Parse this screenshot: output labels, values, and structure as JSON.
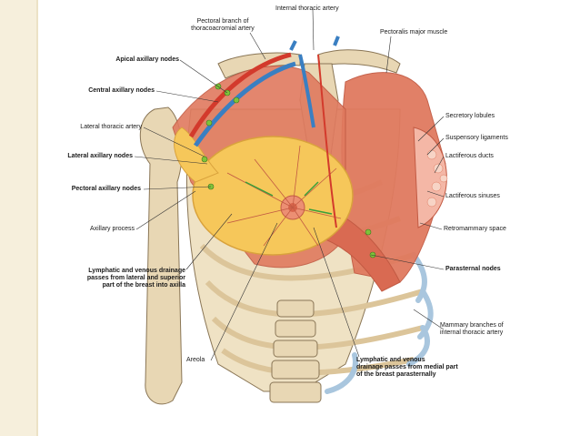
{
  "labels": {
    "internal_thoracic_artery": "Internal thoracic artery",
    "pectoral_branch_line1": "Pectoral branch of",
    "pectoral_branch_line2": "thoracoacromial artery",
    "pectoralis_major": "Pectoralis major muscle",
    "apical_nodes": "Apical axillary nodes",
    "central_nodes": "Central axillary nodes",
    "lateral_thoracic_artery": "Lateral thoracic artery",
    "lateral_nodes": "Lateral axillary nodes",
    "pectoral_nodes": "Pectoral axillary nodes",
    "axillary_process": "Axillary process",
    "secretory_lobules": "Secretory lobules",
    "suspensory_ligaments": "Suspensory ligaments",
    "lactiferous_ducts": "Lactiferous ducts",
    "lactiferous_sinuses": "Lactiferous sinuses",
    "retromammary_space": "Retromammary space",
    "parasternal_nodes": "Parasternal nodes",
    "lateral_drainage_line1": "Lymphatic and venous drainage",
    "lateral_drainage_line2": "passes from lateral and superior",
    "lateral_drainage_line3": "part of the breast into axilla",
    "mammary_branches_line1": "Mammary branches of",
    "mammary_branches_line2": "internal thoracic artery",
    "areola": "Areola",
    "medial_drainage_line1": "Lymphatic and venous",
    "medial_drainage_line2": "drainage passes from medial part",
    "medial_drainage_line3": "of the breast parasternally"
  },
  "colors": {
    "bone": "#e8d7b4",
    "bone_outline": "#8a7656",
    "muscle": "#e07a5f",
    "muscle_dark": "#c25a43",
    "breast": "#f6c75a",
    "artery": "#d33a2c",
    "vein": "#3a7fc2",
    "cartilage": "#a9c6de",
    "lymph_node": "#7ec23a",
    "side_band": "#f6efdc"
  }
}
